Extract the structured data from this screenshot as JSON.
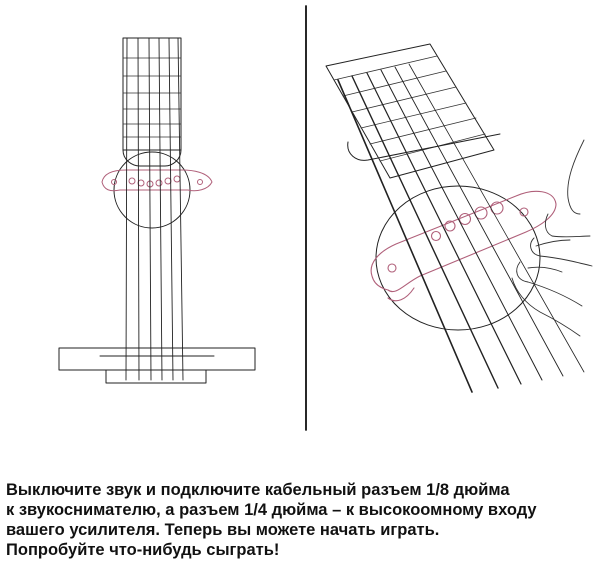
{
  "caption": {
    "lines": [
      "Выключите звук и подключите кабельный разъем 1/8 дюйма",
      "к звукоснимателю, а разъем 1/4 дюйма – к высокоомному входу",
      "вашего усилителя.  Теперь вы можете начать играть.",
      "Попробуйте что-нибудь сыграть!"
    ]
  },
  "colors": {
    "line": "#222222",
    "pickup": "#b0607a",
    "caption": "#111111",
    "background": "#ffffff"
  }
}
